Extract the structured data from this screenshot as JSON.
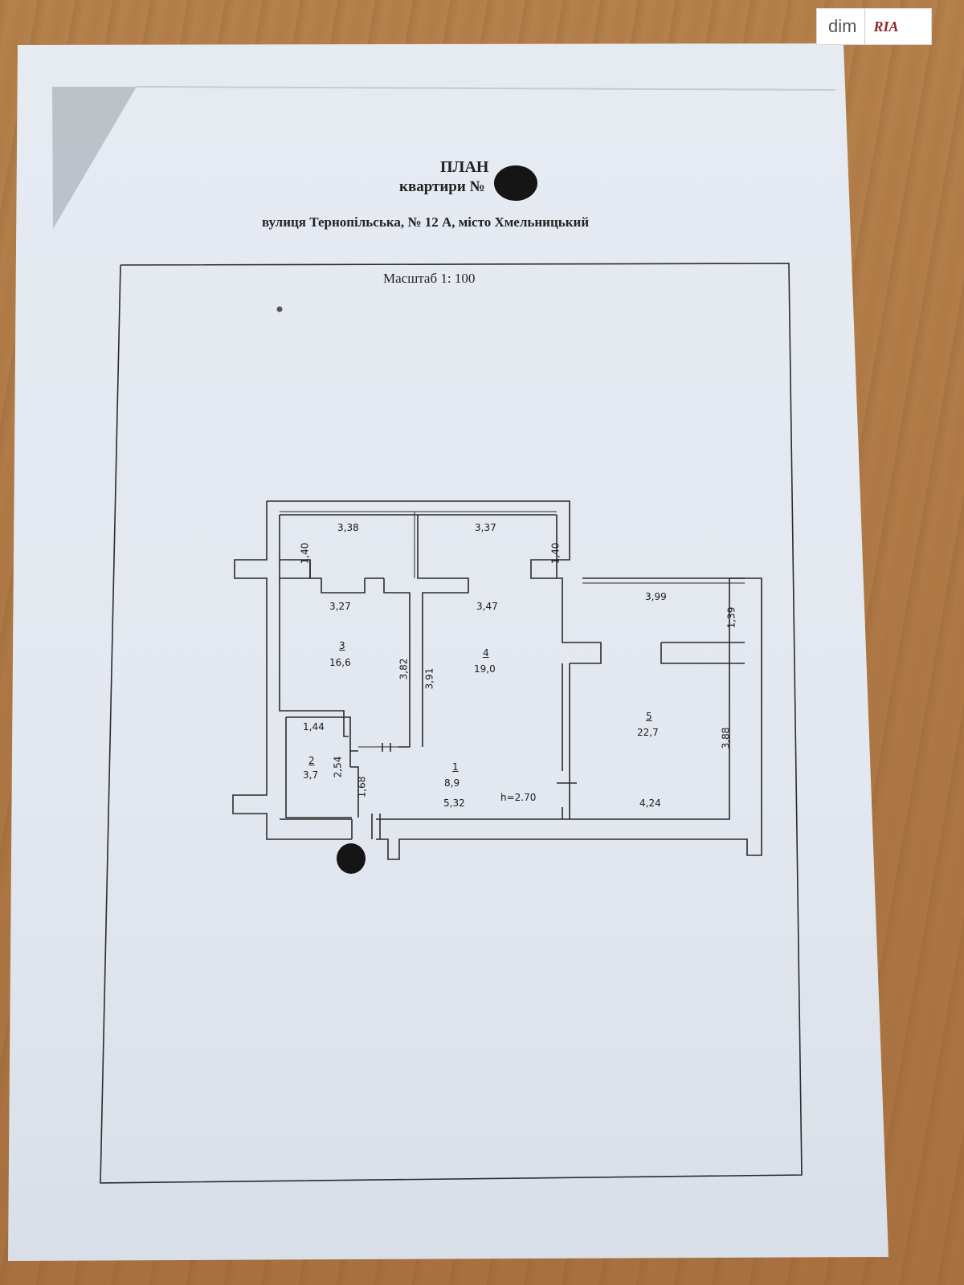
{
  "watermark": {
    "brand": "dim",
    "brand2": "RIA"
  },
  "document": {
    "title": "ПЛАН",
    "subtitle_prefix": "квартири №",
    "address": "вулиця  Тернопільська, № 12 А, місто Хмельницький",
    "scale": "Масштаб 1: 100"
  },
  "plan": {
    "rooms": [
      {
        "num": "3",
        "area": "16,6"
      },
      {
        "num": "4",
        "area": "19,0"
      },
      {
        "num": "5",
        "area": "22,7"
      },
      {
        "num": "2",
        "area": "3,7"
      },
      {
        "num": "1",
        "area": "8,9"
      }
    ],
    "dimensions": {
      "d_3_38": "3,38",
      "d_3_37": "3,37",
      "d_1_40a": "1,40",
      "d_1_40b": "1,40",
      "d_3_27": "3,27",
      "d_3_47": "3,47",
      "d_3_99": "3,99",
      "d_1_39": "1,39",
      "d_3_82": "3,82",
      "d_3_91": "3,91",
      "d_1_44": "1,44",
      "d_2_54": "2,54",
      "d_1_68": "1,68",
      "d_5_32": "5,32",
      "d_h": "h=2.70",
      "d_4_24": "4,24",
      "d_3_88": "3,88"
    }
  }
}
